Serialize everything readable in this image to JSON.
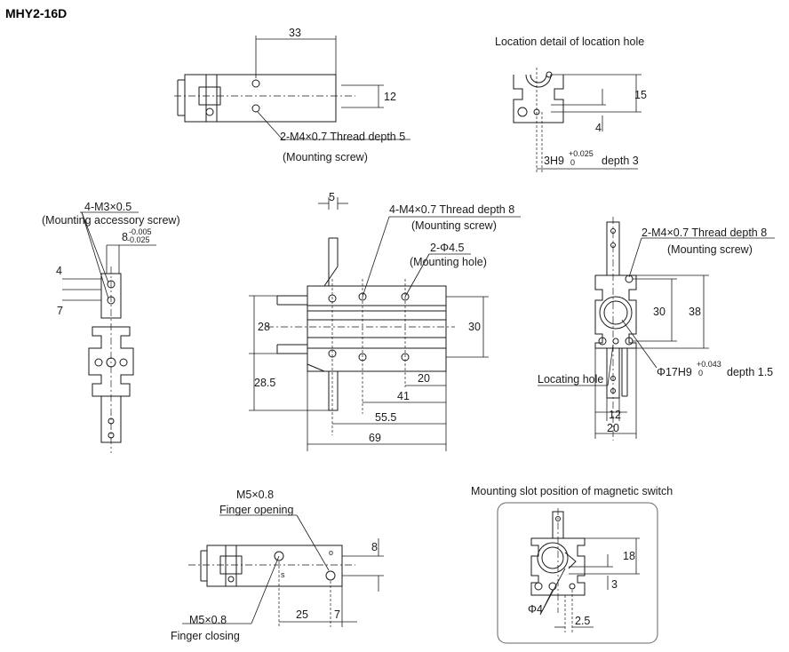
{
  "title": "MHY2-16D",
  "top_view": {
    "dim_33": "33",
    "dim_12": "12",
    "callout_thread": "2-M4×0.7 Thread depth 5",
    "callout_note": "(Mounting screw)"
  },
  "location_detail": {
    "heading": "Location detail of location hole",
    "dim_15": "15",
    "dim_4": "4",
    "hole_spec": "3H9",
    "hole_tol_upper": "+0.025",
    "hole_tol_lower": "0",
    "hole_depth": "depth 3"
  },
  "left_view": {
    "callout_thread": "4-M3×0.5",
    "callout_note": "(Mounting accessory screw)",
    "tol_value": "8",
    "tol_upper": "-0.005",
    "tol_lower": "-0.025",
    "dim_4": "4",
    "dim_7": "7"
  },
  "front_view": {
    "dim_5": "5",
    "callout_thread": "4-M4×0.7 Thread depth 8",
    "callout_thread_note": "(Mounting screw)",
    "callout_hole": "2-Φ4.5",
    "callout_hole_note": "(Mounting hole)",
    "dim_28": "28",
    "dim_30": "30",
    "dim_28_5": "28.5",
    "dim_20": "20",
    "dim_41": "41",
    "dim_55_5": "55.5",
    "dim_69": "69"
  },
  "right_view": {
    "callout_thread": "2-M4×0.7 Thread depth 8",
    "callout_note": "(Mounting screw)",
    "dim_30": "30",
    "dim_38": "38",
    "locating_hole": "Locating hole",
    "bore_spec": "Φ17H9",
    "bore_tol_upper": "+0.043",
    "bore_tol_lower": "0",
    "bore_depth": "depth 1.5",
    "dim_12": "12",
    "dim_20": "20"
  },
  "finger_view": {
    "opening_spec": "M5×0.8",
    "opening_label": "Finger opening",
    "closing_spec": "M5×0.8",
    "closing_label": "Finger closing",
    "dim_8": "8",
    "dim_25": "25",
    "dim_7": "7",
    "mark_s": "s",
    "mark_o": "o"
  },
  "switch_view": {
    "heading": "Mounting slot position of magnetic switch",
    "dim_18": "18",
    "dim_3": "3",
    "dim_phi4": "Φ4",
    "dim_2_5": "2.5"
  }
}
